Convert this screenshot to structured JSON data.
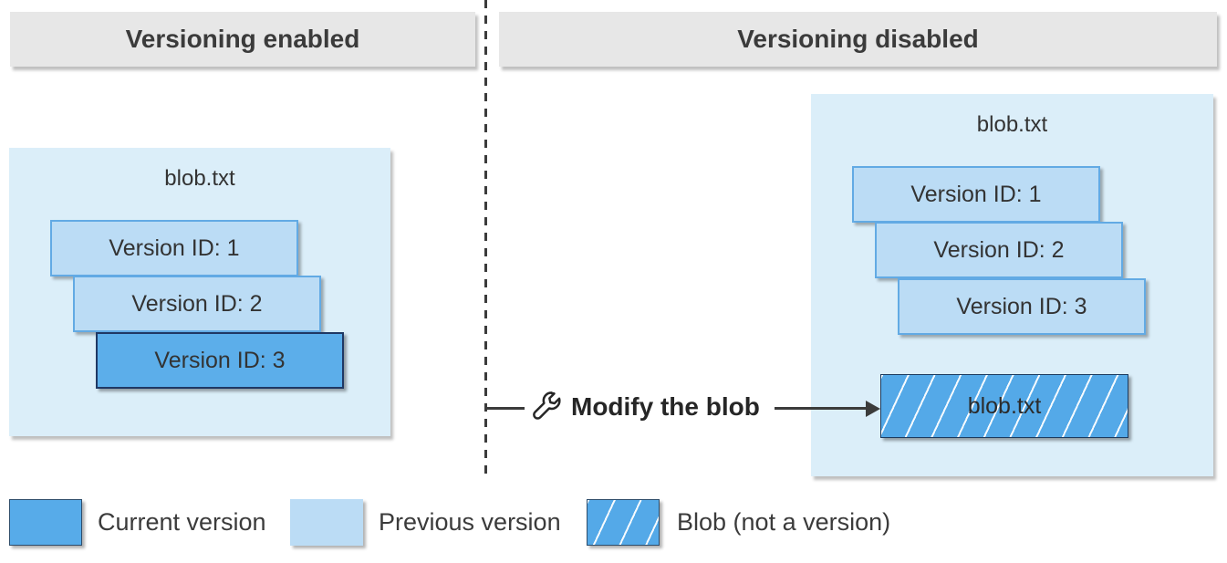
{
  "panels": {
    "left": {
      "header": "Versioning enabled",
      "container_title": "blob.txt",
      "versions": [
        {
          "label": "Version ID: 1",
          "type": "previous"
        },
        {
          "label": "Version ID: 2",
          "type": "previous"
        },
        {
          "label": "Version ID: 3",
          "type": "current"
        }
      ]
    },
    "right": {
      "header": "Versioning disabled",
      "container_title": "blob.txt",
      "versions": [
        {
          "label": "Version ID: 1",
          "type": "previous"
        },
        {
          "label": "Version ID: 2",
          "type": "previous"
        },
        {
          "label": "Version ID: 3",
          "type": "previous"
        }
      ],
      "blob_label": "blob.txt"
    }
  },
  "annotation": {
    "icon": "wrench-icon",
    "label": "Modify the blob"
  },
  "legend": [
    {
      "swatch": "current-version",
      "label": "Current version"
    },
    {
      "swatch": "previous-version",
      "label": "Previous version"
    },
    {
      "swatch": "blob-not-a-version",
      "label": "Blob (not a version)"
    }
  ],
  "colors": {
    "header_bg": "#E7E7E7",
    "container_bg": "#DBEEF9",
    "previous_version_fill": "#BBDCF5",
    "previous_version_border": "#62AAE4",
    "current_version_fill": "#5CAEEA",
    "current_version_border": "#1F3864",
    "blob_hatch_base": "#54A9E8",
    "line_color": "#3B3B3B"
  }
}
